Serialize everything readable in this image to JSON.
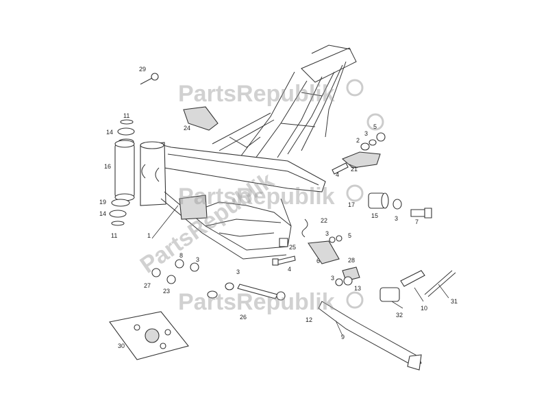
{
  "watermark": {
    "text": "PartsRepublik",
    "color": "#9a9a9a",
    "icon": "gear-flag-icon"
  },
  "callouts": [
    "29",
    "24",
    "11",
    "14",
    "16",
    "19",
    "14",
    "11",
    "1",
    "8",
    "3",
    "27",
    "23",
    "3",
    "25",
    "22",
    "3",
    "5",
    "6",
    "4",
    "28",
    "3",
    "13",
    "9",
    "30",
    "2",
    "3",
    "5",
    "21",
    "4",
    "17",
    "15",
    "3",
    "7",
    "32",
    "10",
    "31",
    "12",
    "26"
  ]
}
